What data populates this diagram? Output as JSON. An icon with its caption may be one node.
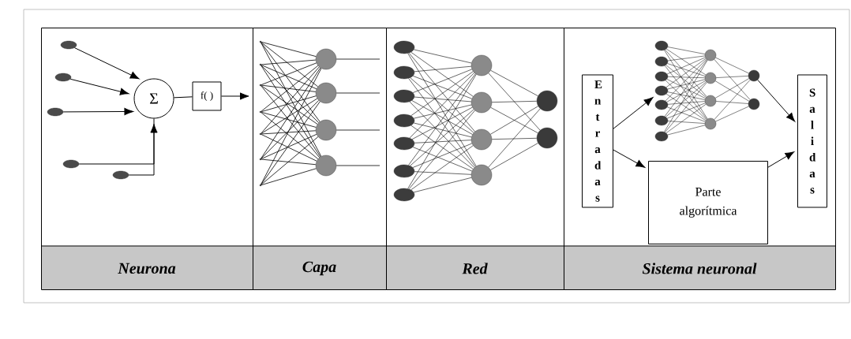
{
  "diagram": {
    "nodes": [
      {
        "text": [
          "Neurona"
        ]
      },
      {
        "text": [],
        "shape": "ellipse",
        "in": 0
      },
      {
        "text": [],
        "shape": "ellipse",
        "in": 0
      },
      {
        "text": [],
        "shape": "ellipse",
        "in": 0
      },
      {
        "text": [],
        "shape": "ellipse",
        "in": 0
      },
      {
        "text": [],
        "shape": "ellipse",
        "in": 0
      },
      {
        "text": [
          "Σ"
        ],
        "in": 0
      },
      {
        "text": [
          "f( )"
        ],
        "in": 0
      },
      {
        "text": [
          "Capa"
        ]
      },
      {
        "text": [],
        "shape": "circle",
        "in": 8
      },
      {
        "text": [],
        "shape": "circle",
        "in": 8
      },
      {
        "text": [],
        "shape": "circle",
        "in": 8
      },
      {
        "text": [],
        "shape": "circle",
        "in": 8
      },
      {
        "text": [
          "Red"
        ]
      },
      {
        "text": [],
        "shape": "ellipse",
        "in": 13
      },
      {
        "text": [],
        "shape": "ellipse",
        "in": 13
      },
      {
        "text": [],
        "shape": "ellipse",
        "in": 13
      },
      {
        "text": [],
        "shape": "ellipse",
        "in": 13
      },
      {
        "text": [],
        "shape": "ellipse",
        "in": 13
      },
      {
        "text": [],
        "shape": "ellipse",
        "in": 13
      },
      {
        "text": [],
        "shape": "ellipse",
        "in": 13
      },
      {
        "text": [],
        "shape": "circle",
        "in": 13
      },
      {
        "text": [],
        "shape": "circle",
        "in": 13
      },
      {
        "text": [],
        "shape": "circle",
        "in": 13
      },
      {
        "text": [],
        "shape": "circle",
        "in": 13
      },
      {
        "text": [],
        "shape": "circle",
        "in": 13
      },
      {
        "text": [],
        "shape": "circle",
        "in": 13
      },
      {
        "text": [
          "Sistema neuronal"
        ]
      },
      {
        "text": [
          "Entradas"
        ],
        "in": 27
      },
      {
        "text": [],
        "shape": "ellipse",
        "in": 27
      },
      {
        "text": [],
        "shape": "ellipse",
        "in": 27
      },
      {
        "text": [],
        "shape": "ellipse",
        "in": 27
      },
      {
        "text": [],
        "shape": "ellipse",
        "in": 27
      },
      {
        "text": [],
        "shape": "ellipse",
        "in": 27
      },
      {
        "text": [],
        "shape": "ellipse",
        "in": 27
      },
      {
        "text": [],
        "shape": "ellipse",
        "in": 27
      },
      {
        "text": [],
        "shape": "circle",
        "in": 27
      },
      {
        "text": [],
        "shape": "circle",
        "in": 27
      },
      {
        "text": [],
        "shape": "circle",
        "in": 27
      },
      {
        "text": [],
        "shape": "circle",
        "in": 27
      },
      {
        "text": [],
        "shape": "circle",
        "in": 27
      },
      {
        "text": [],
        "shape": "circle",
        "in": 27
      },
      {
        "text": [
          "Parte algorítmica"
        ],
        "in": 27
      },
      {
        "text": [
          "Salidas"
        ],
        "in": 27
      },
      {
        "text": [],
        "shape": "point",
        "in": 8
      },
      {
        "text": [],
        "shape": "point",
        "in": 8
      },
      {
        "text": [],
        "shape": "point",
        "in": 8
      },
      {
        "text": [],
        "shape": "point",
        "in": 8
      },
      {
        "text": [],
        "shape": "point",
        "in": 8
      },
      {
        "text": [],
        "shape": "point",
        "in": 8
      },
      {
        "text": [],
        "shape": "point",
        "in": 8
      }
    ],
    "edges": [
      {
        "from": 1,
        "to": 6,
        "arrow": "to"
      },
      {
        "from": 2,
        "to": 6,
        "arrow": "to"
      },
      {
        "from": 3,
        "to": 6,
        "arrow": "to"
      },
      {
        "from": 4,
        "to": 6,
        "arrow": "to"
      },
      {
        "from": 5,
        "to": 6,
        "arrow": "none"
      },
      {
        "from": 6,
        "to": 7,
        "arrow": "none"
      },
      {
        "from": 7,
        "to": 8,
        "arrow": "to"
      },
      {
        "from": 9,
        "to": null,
        "arrow": "none"
      },
      {
        "from": 10,
        "to": null,
        "arrow": "none"
      },
      {
        "from": 11,
        "to": null,
        "arrow": "none"
      },
      {
        "from": 12,
        "to": null,
        "arrow": "none"
      },
      {
        "from": 14,
        "to": 21,
        "arrow": "none"
      },
      {
        "from": 14,
        "to": 22,
        "arrow": "none"
      },
      {
        "from": 14,
        "to": 23,
        "arrow": "none"
      },
      {
        "from": 14,
        "to": 24,
        "arrow": "none"
      },
      {
        "from": 15,
        "to": 21,
        "arrow": "none"
      },
      {
        "from": 15,
        "to": 22,
        "arrow": "none"
      },
      {
        "from": 15,
        "to": 23,
        "arrow": "none"
      },
      {
        "from": 15,
        "to": 24,
        "arrow": "none"
      },
      {
        "from": 16,
        "to": 21,
        "arrow": "none"
      },
      {
        "from": 16,
        "to": 22,
        "arrow": "none"
      },
      {
        "from": 16,
        "to": 23,
        "arrow": "none"
      },
      {
        "from": 16,
        "to": 24,
        "arrow": "none"
      },
      {
        "from": 17,
        "to": 21,
        "arrow": "none"
      },
      {
        "from": 17,
        "to": 22,
        "arrow": "none"
      },
      {
        "from": 17,
        "to": 23,
        "arrow": "none"
      },
      {
        "from": 17,
        "to": 24,
        "arrow": "none"
      },
      {
        "from": 18,
        "to": 21,
        "arrow": "none"
      },
      {
        "from": 18,
        "to": 22,
        "arrow": "none"
      },
      {
        "from": 18,
        "to": 23,
        "arrow": "none"
      },
      {
        "from": 18,
        "to": 24,
        "arrow": "none"
      },
      {
        "from": 19,
        "to": 21,
        "arrow": "none"
      },
      {
        "from": 19,
        "to": 22,
        "arrow": "none"
      },
      {
        "from": 19,
        "to": 23,
        "arrow": "none"
      },
      {
        "from": 19,
        "to": 24,
        "arrow": "none"
      },
      {
        "from": 20,
        "to": 21,
        "arrow": "none"
      },
      {
        "from": 20,
        "to": 22,
        "arrow": "none"
      },
      {
        "from": 20,
        "to": 23,
        "arrow": "none"
      },
      {
        "from": 20,
        "to": 24,
        "arrow": "none"
      },
      {
        "from": 21,
        "to": 25,
        "arrow": "none"
      },
      {
        "from": 21,
        "to": 26,
        "arrow": "none"
      },
      {
        "from": 22,
        "to": 25,
        "arrow": "none"
      },
      {
        "from": 22,
        "to": 26,
        "arrow": "none"
      },
      {
        "from": 23,
        "to": 25,
        "arrow": "none"
      },
      {
        "from": 23,
        "to": 26,
        "arrow": "none"
      },
      {
        "from": 24,
        "to": 25,
        "arrow": "none"
      },
      {
        "from": 24,
        "to": 26,
        "arrow": "none"
      },
      {
        "from": 28,
        "to": 32,
        "arrow": "to"
      },
      {
        "from": 28,
        "to": 42,
        "arrow": "to"
      },
      {
        "from": 29,
        "to": 36,
        "arrow": "none"
      },
      {
        "from": 29,
        "to": 37,
        "arrow": "none"
      },
      {
        "from": 29,
        "to": 38,
        "arrow": "none"
      },
      {
        "from": 29,
        "to": 39,
        "arrow": "none"
      },
      {
        "from": 30,
        "to": 36,
        "arrow": "none"
      },
      {
        "from": 30,
        "to": 37,
        "arrow": "none"
      },
      {
        "from": 30,
        "to": 38,
        "arrow": "none"
      },
      {
        "from": 30,
        "to": 39,
        "arrow": "none"
      },
      {
        "from": 31,
        "to": 36,
        "arrow": "none"
      },
      {
        "from": 31,
        "to": 37,
        "arrow": "none"
      },
      {
        "from": 31,
        "to": 38,
        "arrow": "none"
      },
      {
        "from": 31,
        "to": 39,
        "arrow": "none"
      },
      {
        "from": 32,
        "to": 36,
        "arrow": "none"
      },
      {
        "from": 32,
        "to": 37,
        "arrow": "none"
      },
      {
        "from": 32,
        "to": 38,
        "arrow": "none"
      },
      {
        "from": 32,
        "to": 39,
        "arrow": "none"
      },
      {
        "from": 33,
        "to": 36,
        "arrow": "none"
      },
      {
        "from": 33,
        "to": 37,
        "arrow": "none"
      },
      {
        "from": 33,
        "to": 38,
        "arrow": "none"
      },
      {
        "from": 33,
        "to": 39,
        "arrow": "none"
      },
      {
        "from": 34,
        "to": 36,
        "arrow": "none"
      },
      {
        "from": 34,
        "to": 37,
        "arrow": "none"
      },
      {
        "from": 34,
        "to": 38,
        "arrow": "none"
      },
      {
        "from": 34,
        "to": 39,
        "arrow": "none"
      },
      {
        "from": 35,
        "to": 36,
        "arrow": "none"
      },
      {
        "from": 35,
        "to": 37,
        "arrow": "none"
      },
      {
        "from": 35,
        "to": 38,
        "arrow": "none"
      },
      {
        "from": 35,
        "to": 39,
        "arrow": "none"
      },
      {
        "from": 36,
        "to": 40,
        "arrow": "none"
      },
      {
        "from": 36,
        "to": 41,
        "arrow": "none"
      },
      {
        "from": 37,
        "to": 40,
        "arrow": "none"
      },
      {
        "from": 37,
        "to": 41,
        "arrow": "none"
      },
      {
        "from": 38,
        "to": 40,
        "arrow": "none"
      },
      {
        "from": 38,
        "to": 41,
        "arrow": "none"
      },
      {
        "from": 39,
        "to": 40,
        "arrow": "none"
      },
      {
        "from": 39,
        "to": 41,
        "arrow": "none"
      },
      {
        "from": 40,
        "to": 43,
        "arrow": "to"
      },
      {
        "from": 42,
        "to": 43,
        "arrow": "to"
      },
      {
        "from": 44,
        "to": 9,
        "arrow": "none"
      },
      {
        "from": 44,
        "to": 10,
        "arrow": "none"
      },
      {
        "from": 44,
        "to": 11,
        "arrow": "none"
      },
      {
        "from": 44,
        "to": 12,
        "arrow": "none"
      },
      {
        "from": 45,
        "to": 9,
        "arrow": "none"
      },
      {
        "from": 45,
        "to": 10,
        "arrow": "none"
      },
      {
        "from": 45,
        "to": 11,
        "arrow": "none"
      },
      {
        "from": 45,
        "to": 12,
        "arrow": "none"
      },
      {
        "from": 46,
        "to": 9,
        "arrow": "none"
      },
      {
        "from": 46,
        "to": 10,
        "arrow": "none"
      },
      {
        "from": 46,
        "to": 11,
        "arrow": "none"
      },
      {
        "from": 46,
        "to": 12,
        "arrow": "none"
      },
      {
        "from": 47,
        "to": 9,
        "arrow": "none"
      },
      {
        "from": 47,
        "to": 10,
        "arrow": "none"
      },
      {
        "from": 47,
        "to": 11,
        "arrow": "none"
      },
      {
        "from": 47,
        "to": 12,
        "arrow": "none"
      },
      {
        "from": 48,
        "to": 9,
        "arrow": "none"
      },
      {
        "from": 48,
        "to": 10,
        "arrow": "none"
      },
      {
        "from": 48,
        "to": 11,
        "arrow": "none"
      },
      {
        "from": 48,
        "to": 12,
        "arrow": "none"
      },
      {
        "from": 49,
        "to": 9,
        "arrow": "none"
      },
      {
        "from": 49,
        "to": 10,
        "arrow": "none"
      },
      {
        "from": 49,
        "to": 11,
        "arrow": "none"
      },
      {
        "from": 49,
        "to": 12,
        "arrow": "none"
      },
      {
        "from": 50,
        "to": 9,
        "arrow": "none"
      },
      {
        "from": 50,
        "to": 10,
        "arrow": "none"
      },
      {
        "from": 50,
        "to": 11,
        "arrow": "none"
      },
      {
        "from": 50,
        "to": 12,
        "arrow": "none"
      }
    ]
  }
}
